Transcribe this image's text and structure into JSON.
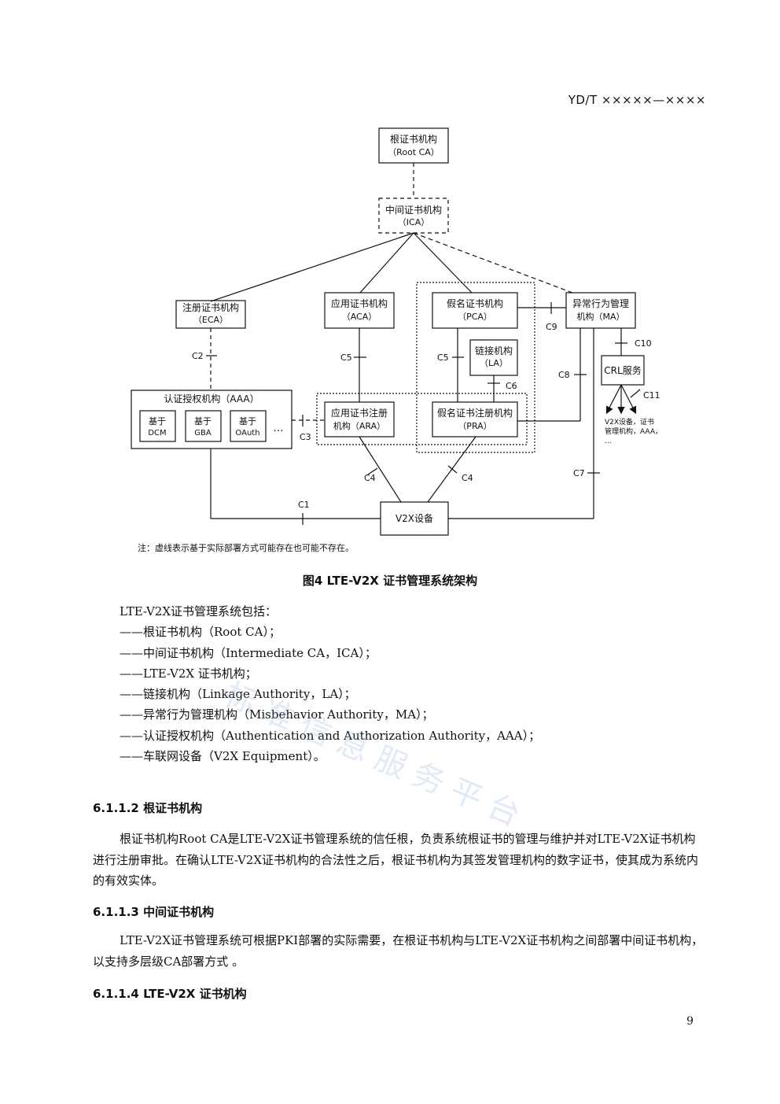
{
  "header": {
    "code": "YD/T ×××××—××××"
  },
  "diagram": {
    "root": {
      "l1": "根证书机构",
      "l2": "（Root CA）"
    },
    "ica": {
      "l1": "中间证书机构",
      "l2": "（ICA）"
    },
    "eca": {
      "l1": "注册证书机构",
      "l2": "（ECA）"
    },
    "aca": {
      "l1": "应用证书机构",
      "l2": "（ACA）"
    },
    "pca": {
      "l1": "假名证书机构",
      "l2": "（PCA）"
    },
    "ma": {
      "l1": "异常行为管理",
      "l2": "机构（MA）"
    },
    "la": {
      "l1": "链接机构",
      "l2": "（LA）"
    },
    "crl": {
      "l1": "CRL服务"
    },
    "aaa": {
      "title": "认证授权机构（AAA）",
      "dcm1": "基于",
      "dcm2": "DCM",
      "gba1": "基于",
      "gba2": "GBA",
      "oauth1": "基于",
      "oauth2": "OAuth",
      "more": "…"
    },
    "ara": {
      "l1": "应用证书注册",
      "l2": "机构（ARA）"
    },
    "pra": {
      "l1": "假名证书注册机构",
      "l2": "（PRA）"
    },
    "v2x": {
      "l1": "V2X设备"
    },
    "crl_targets": {
      "l1": "V2X设备，证书",
      "l2": "管理机构，AAA，",
      "l3": "..."
    },
    "labels": {
      "c1": "C1",
      "c2": "C2",
      "c3": "C3",
      "c4a": "C4",
      "c4b": "C4",
      "c5a": "C5",
      "c5b": "C5",
      "c6": "C6",
      "c7": "C7",
      "c8": "C8",
      "c9": "C9",
      "c10": "C10",
      "c11": "C11"
    },
    "note": "注：虚线表示基于实际部署方式可能存在也可能不存在。"
  },
  "figure": {
    "caption": "图4  LTE-V2X 证书管理系统架构"
  },
  "list": {
    "intro": "LTE-V2X证书管理系统包括：",
    "items": [
      "——根证书机构（Root CA）；",
      "——中间证书机构（Intermediate CA，ICA）；",
      "——LTE-V2X 证书机构；",
      "——链接机构（Linkage Authority，LA）；",
      "——异常行为管理机构（Misbehavior Authority，MA）；",
      "——认证授权机构（Authentication and Authorization Authority，AAA）；",
      "——车联网设备（V2X Equipment）。"
    ]
  },
  "sections": {
    "s612": {
      "title": "6.1.1.2  根证书机构",
      "body": "根证书机构Root CA是LTE-V2X证书管理系统的信任根，负责系统根证书的管理与维护并对LTE-V2X证书机构进行注册审批。在确认LTE-V2X证书机构的合法性之后，根证书机构为其签发管理机构的数字证书，使其成为系统内的有效实体。"
    },
    "s613": {
      "title": "6.1.1.3  中间证书机构",
      "body": "LTE-V2X证书管理系统可根据PKI部署的实际需要，在根证书机构与LTE-V2X证书机构之间部署中间证书机构，以支持多层级CA部署方式 。"
    },
    "s614": {
      "title": "6.1.1.4  LTE-V2X 证书机构"
    }
  },
  "watermark": "标准信息服务平台",
  "page": {
    "number": "9"
  }
}
